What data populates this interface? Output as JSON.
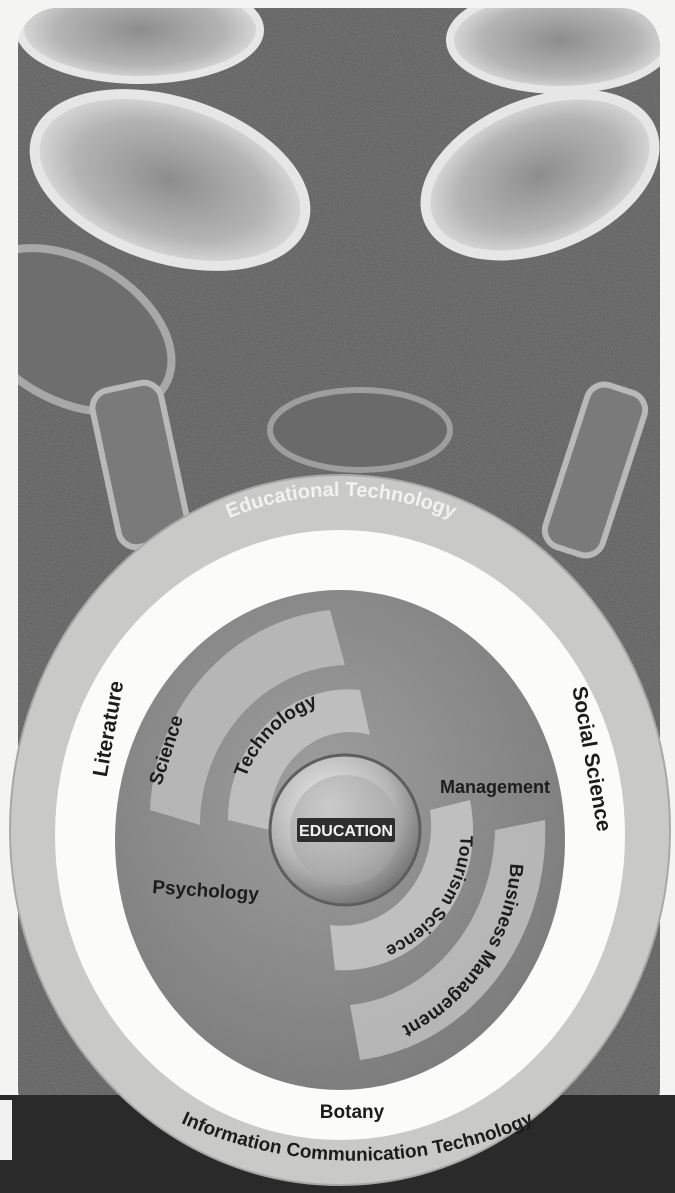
{
  "diagram": {
    "outer_ring": {
      "top": "Educational Technology",
      "bottom": "Information Communication Technology"
    },
    "white_ring": {
      "left": "Literature",
      "right": "Social Science",
      "bottom": "Botany"
    },
    "inner": {
      "science": "Science",
      "technology": "Technology",
      "psychology": "Psychology",
      "management": "Management",
      "tourism": "Tourism Science",
      "business": "Business Management"
    },
    "center": "EDUCATION"
  },
  "colors": {
    "background_texture": "#5c5c5c",
    "cell": "#bdbdbd",
    "outer_ring": "#c9c9c7",
    "white_ring": "#fbfbfa",
    "inner_disc": "#8a8a8a",
    "band": "#bcbcbc",
    "label_dark": "#1c1c1c",
    "label_light": "#f2f2f2"
  }
}
